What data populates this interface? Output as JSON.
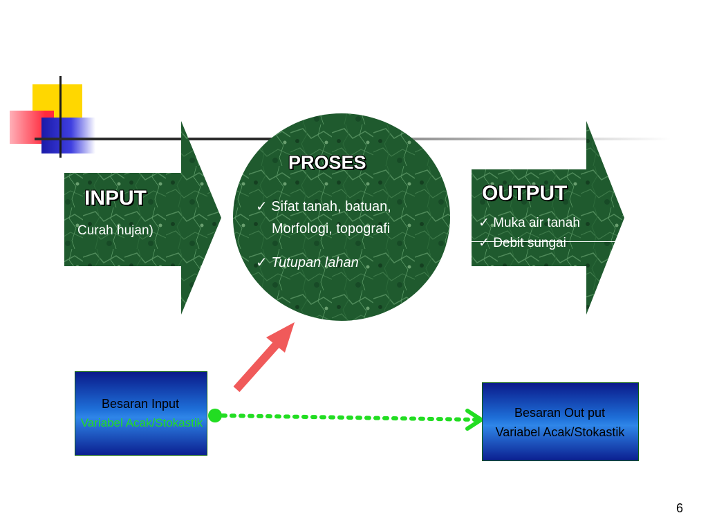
{
  "input": {
    "title": "INPUT",
    "subtitle": "Curah hujan)"
  },
  "proses": {
    "title": "PROSES",
    "item1_line1": "Sifat tanah, batuan,",
    "item1_line2": "Morfologi, topografi",
    "item2": "Tutupan lahan"
  },
  "output": {
    "title": "OUTPUT",
    "item1": "Muka air tanah",
    "item2": "Debit sungai"
  },
  "check_mark": "✓",
  "box_input": {
    "line1": "Besaran Input",
    "line2": "Variabel Acak/Stokastik"
  },
  "box_output": {
    "line1": "Besaran Out put",
    "line2": "Variabel Acak/Stokastik"
  },
  "page_number": "6",
  "colors": {
    "marble_green": "#1f5a2e",
    "red_arrow": "#f05a5a",
    "dotted_green": "#22dd22",
    "box_blue": "#1e6fd8"
  }
}
